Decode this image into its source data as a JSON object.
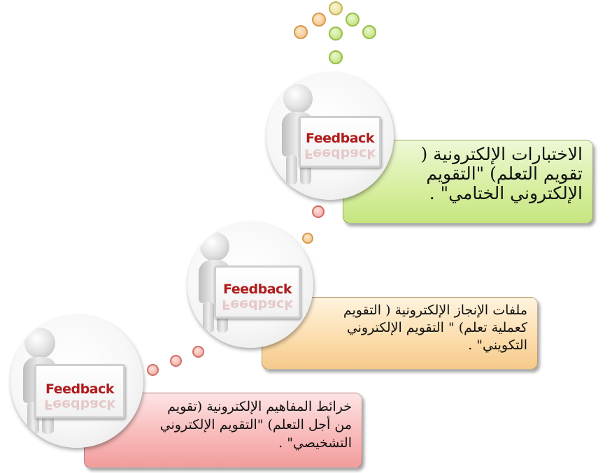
{
  "figure_label": "Feedback",
  "stages": [
    {
      "id": "top",
      "color": "#d6ee9e",
      "text": "الاختبارات الإلكترونية (\nتقويم التعلم) \"التقويم\nالإلكتروني الختامي\" ."
    },
    {
      "id": "middle",
      "color": "#fbdcaa",
      "text": "ملفات الإنجاز الإلكترونية ( التقويم\nكعملية تعلم) \" التقويم الإلكتروني\nالتكويني\" ."
    },
    {
      "id": "bottom",
      "color": "#f8b7b7",
      "text": "خرائط المفاهيم الإلكترونية (تقويم\nمن أجل التعلم) \"التقويم الإلكتروني\nالتشخيصي\" ."
    }
  ],
  "colors": {
    "green": "#b9dc6c",
    "orange": "#f0bd7a",
    "red": "#f0a39a",
    "label": "#b01b1b"
  }
}
